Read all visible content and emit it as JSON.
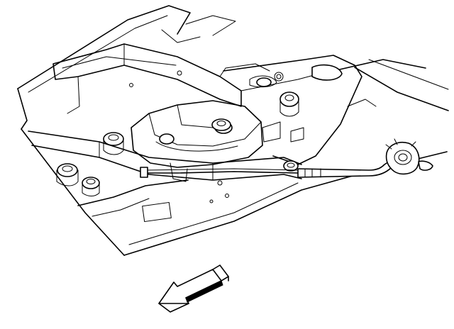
{
  "illustration": {
    "icons": {
      "frame": "chassis-frame-drawing",
      "rear_crossmember": "rear-crossmember-drawing",
      "front_crossmember": "front-crossmember-drawing",
      "transfer_case": "transfer-case-drawing",
      "mount_bushings": "mount-bushing-drawing",
      "brake_cable": "parking-brake-cable-drawing",
      "cable_end": "cable-end-fitting-drawing",
      "direction_arrow": "direction-arrow-icon"
    },
    "colors": {
      "ink": "#000000",
      "paper": "#ffffff"
    },
    "callouts": []
  }
}
